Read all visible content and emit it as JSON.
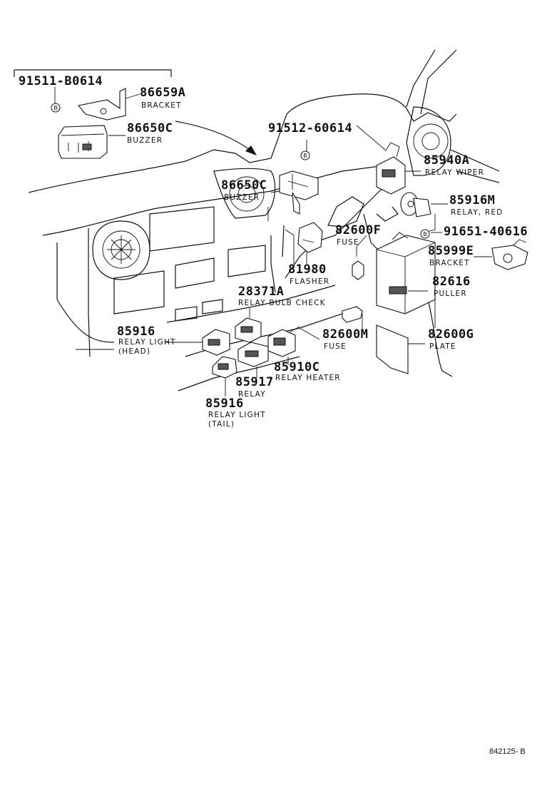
{
  "diagram": {
    "callouts": [
      {
        "id": "p91511",
        "part": "91511-B0614",
        "desc": ""
      },
      {
        "id": "p86659a",
        "part": "86659A",
        "desc": "BRACKET"
      },
      {
        "id": "p86650c_top",
        "part": "86650C",
        "desc": "BUZZER"
      },
      {
        "id": "p91512",
        "part": "91512-60614",
        "desc": ""
      },
      {
        "id": "p85940a",
        "part": "85940A",
        "desc": "RELAY WIPER"
      },
      {
        "id": "p86650c_mid",
        "part": "86650C",
        "desc": "BUZZER"
      },
      {
        "id": "p85916m",
        "part": "85916M",
        "desc": "RELAY, RED"
      },
      {
        "id": "p91651",
        "part": "91651-40616",
        "desc": ""
      },
      {
        "id": "p82600f",
        "part": "82600F",
        "desc": "FUSE"
      },
      {
        "id": "p85999e",
        "part": "85999E",
        "desc": "BRACKET"
      },
      {
        "id": "p81980",
        "part": "81980",
        "desc": "FLASHER"
      },
      {
        "id": "p82616",
        "part": "82616",
        "desc": "PULLER"
      },
      {
        "id": "p28371a",
        "part": "28371A",
        "desc": "RELAY BULB CHECK"
      },
      {
        "id": "p85916_head",
        "part": "85916",
        "desc": "RELAY LIGHT",
        "desc2": "(HEAD)"
      },
      {
        "id": "p82600m",
        "part": "82600M",
        "desc": "FUSE"
      },
      {
        "id": "p82600g",
        "part": "82600G",
        "desc": "PLATE"
      },
      {
        "id": "p85910c",
        "part": "85910C",
        "desc": "RELAY HEATER"
      },
      {
        "id": "p85917",
        "part": "85917",
        "desc": "RELAY"
      },
      {
        "id": "p85916_tail",
        "part": "85916",
        "desc": "RELAY LIGHT",
        "desc2": "(TAIL)"
      }
    ],
    "bolt_marker": "B",
    "drawing_code": "842125- B"
  }
}
